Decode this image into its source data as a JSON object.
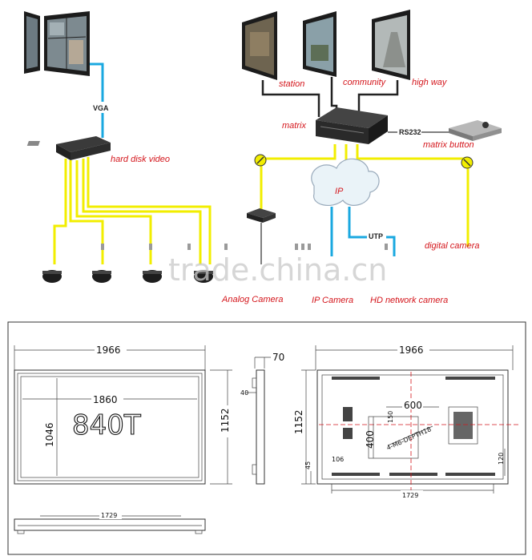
{
  "system_diagram": {
    "labels": {
      "vga": "VGA",
      "hard_disk_video": "hard disk video",
      "station": "station",
      "community": "community",
      "high_way": "high way",
      "matrix": "matrix",
      "rs232": "RS232",
      "matrix_button": "matrix button",
      "ip": "IP",
      "utp": "UTP",
      "digital_camera": "digital camera",
      "analog_camera": "Analog Camera",
      "ip_camera": "IP Camera",
      "hd_network_camera": "HD network camera"
    },
    "colors": {
      "yellow_cable": "#f2ee00",
      "blue_cable": "#1aa8e0",
      "label_red": "#d4161c"
    }
  },
  "watermark": "trade.china.cn",
  "drawing": {
    "front": {
      "width": "1966",
      "inner_width": "1860",
      "height": "1046",
      "outer_height": "1152",
      "model": "840T",
      "bottom_width": "1729"
    },
    "side": {
      "depth": "70",
      "offset": "40"
    },
    "back": {
      "width": "1966",
      "height": "1152",
      "hole_h": "600",
      "hole_v": "400",
      "screw": "150",
      "mount_note": "4-M6-DEPTH18",
      "left_offset": "106",
      "bottom_offset": "45",
      "right_offset": "120",
      "bottom_width": "1729"
    }
  }
}
